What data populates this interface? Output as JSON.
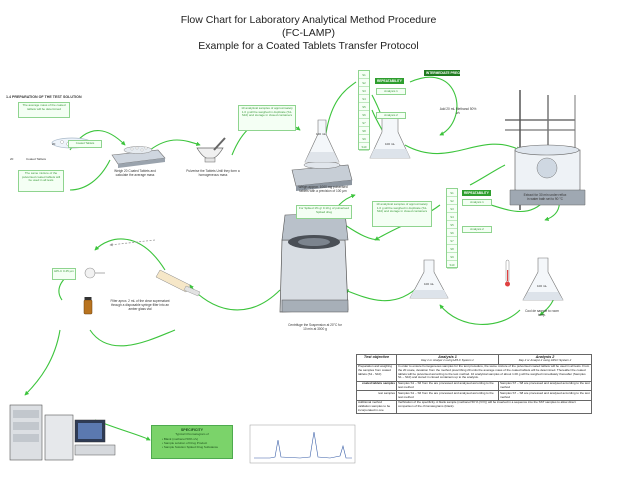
{
  "title": {
    "line1": "Flow Chart for Laboratory Analytical Method Procedure",
    "line2": "(FC-LAMP)",
    "line3": "Example for a Coated Tablets Transfer Protocol"
  },
  "section": {
    "heading": "1.4 PREPARATION OF THE TEST SOLUTION"
  },
  "notes": {
    "avg_mass": "The average mass of the coated tablets will be determined",
    "twenty": "20",
    "coated_tablets_count": "20",
    "coated_tablets_label": "Coated Tablets",
    "coated_tablets_box": "Coated Tablets",
    "same_mixture": "The same mixture of the pulverised coated tablets will be used in all tests",
    "weigh20": "Weigh 20 Coated Tablets and calculate the average mass",
    "pulverise": "Pulverise the Tablets Until they form a homogeneous mass",
    "ten_analytical_top": "10 analytical samples of approximately 1.0 g will be weighed in duplicate (S1-S10) and storage in closed containers",
    "flask_top": "100 mL",
    "weigh_pulverised": "Weigh approx. 1000 mg pulverised tablets with a precision of 100 µm",
    "spiked": "For Spiked 1% g/ 0.10 g of pulverised Spiked drug",
    "ten_analytical_mid": "10 analytical samples of approximately 1.0 g will be weighed in duplicate (S1-S10) and storage in closed containers",
    "flask_mid": "100 mL",
    "add_methanol": "Add 20 mL Methanol 50% v/v",
    "extract": "Extract for 30 min under reflux in water bath set to 90 °C",
    "centrifuge": "Centrifuge the Suspension at 20°C for 10 min at 3000 g",
    "flask_bottom1": "100 mL",
    "flask_bottom2": "100 mL",
    "cool": "Cool de sample to room temp.",
    "filter": "Filter aprox. 2 mL of the clear supernatant through a disposable syringe filter into an amber glass vial",
    "vial_label": "HPLC 0.45 µm"
  },
  "tags": {
    "repeatability_top": "REPEATABILITY",
    "analysis1_top": "Analysis 1",
    "analysis2_top": "Analysis 2",
    "intermediate": "INTERMEDIATE PRECISION",
    "repeatability_mid": "REPEATABILITY",
    "analysis1_mid": "Analysis 1",
    "analysis2_mid": "Analysis 2"
  },
  "sample_columns": {
    "top": [
      "S1",
      "S2",
      "S3",
      "S4",
      "S5",
      "S6",
      "S7",
      "S8",
      "S9",
      "S10"
    ],
    "mid": [
      "S1",
      "S2",
      "S3",
      "S4",
      "S5",
      "S6",
      "S7",
      "S8",
      "S9",
      "S10"
    ]
  },
  "specificity": {
    "title": "SPECIFICITY",
    "subtitle": "Typical Chromatogram of",
    "items": [
      "Blank (methanol 50% v/v)",
      "Sample solution of Drug Product",
      "Sample Solution Spiked Drug Substance"
    ]
  },
  "table": {
    "h_objective": "Test objective",
    "h_a1": "Analysis 1",
    "h_a1_sub": "Day 1 or Analyst 1 using HPLC System 1",
    "h_a2": "Analysis 2",
    "h_a2_sub": "Day 2 or Analyst 2 using HPLC System 2",
    "rows": [
      {
        "objective": "Preparation and weighing the samples from coated tablets (S1 - S10)",
        "analysis": "In order to ensure homogeneous samples for the test procedure, the same mixture of the pulverised coated tablets will be used in all tests. From the 20 coate, deviation from the method prescribing 20 units the average mass of the coated tablets will be determined. Thereafter the coated tablets will be pulverised according to the test method. 10 analytical samples of about 1.00 g will be weighed immediately thereafter (Samples S1 – S10) and stored in closed containers up to the analysis."
      },
      {
        "objective": "coated tablets samples",
        "a1": "Samples S1 – S6 from the are processed and analysed according to the test method",
        "a2": "Samples S7 – S8 are processed and analysed according to the test method"
      },
      {
        "objective": "rest samples",
        "a1": "Samples S1 – S6 from the are processed and analysed according to the test method",
        "a2": "Samples S7 – S8 are processed and analysed according to the test method"
      },
      {
        "objective": "Additional method validation samples to be incorporated in one",
        "analysis": "Verification of the specificity. A blank sample (methanol 50 % (V/V)) will be inserted in a sequence into the SST samples to allow direct comparison of the chromatograms (blank)."
      }
    ]
  },
  "colors": {
    "green_arrow": "#3cc43c",
    "green_fill": "#f4fff4",
    "green_border": "#8fd48f",
    "green_tag": "#2e9e2e",
    "specificity_fill": "#7bd36a"
  }
}
